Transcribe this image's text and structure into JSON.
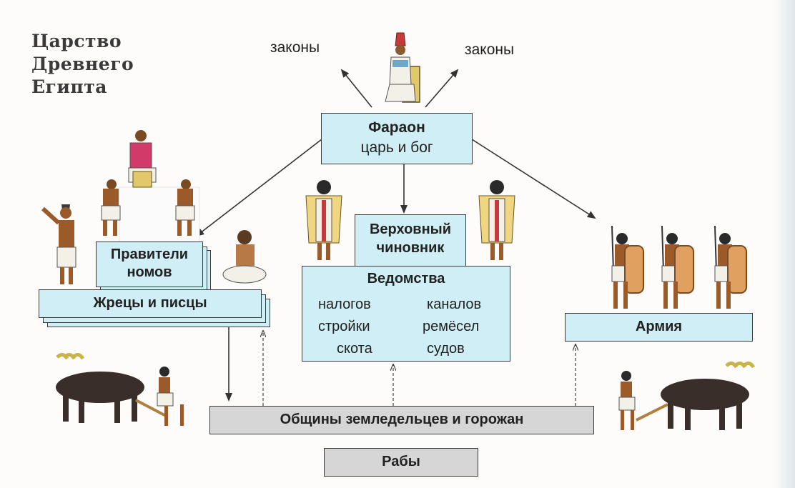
{
  "title": [
    "Царство",
    "Древнего",
    "Египта"
  ],
  "labels": {
    "laws_left": "законы",
    "laws_right": "законы"
  },
  "pharaoh": {
    "title": "Фараон",
    "subtitle": "царь и бог"
  },
  "nomarchs": [
    "Правители",
    "номов"
  ],
  "priests": "Жрецы и писцы",
  "vizier": [
    "Верховный",
    "чиновник"
  ],
  "departments": {
    "title": "Ведомства",
    "items": [
      "налогов",
      "каналов",
      "стройки",
      "ремёсел",
      "скота",
      "судов"
    ]
  },
  "army": "Армия",
  "communities": "Общины земледельцев и горожан",
  "slaves": "Рабы",
  "colors": {
    "box_fill": "#cfeef5",
    "box_gray": "#d6d6d6",
    "stroke": "#3a3a3a"
  }
}
